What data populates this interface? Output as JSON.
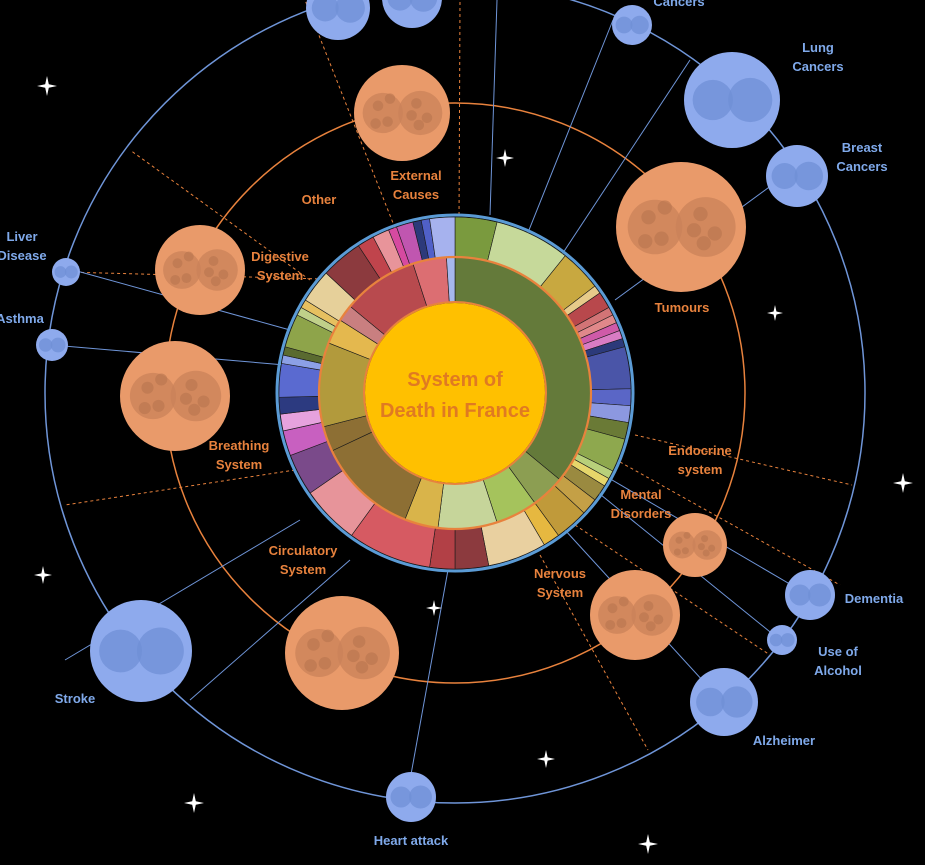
{
  "chart_data": {
    "type": "sunburst",
    "title_lines": [
      "System of",
      "Death in France"
    ],
    "colors": {
      "center": "#ffc000",
      "title": "#e07a22",
      "orange_planet": "#e99a6a",
      "orange_inner": "#c9815a",
      "blue_planet": "#8eaaed",
      "blue_inner": "#6f8fd6",
      "orange_line": "#e8823d",
      "blue_line": "#6f95d8"
    },
    "inner_ring": [
      {
        "value": 36,
        "color": "#647a3a"
      },
      {
        "value": 4,
        "color": "#8c9e52"
      },
      {
        "value": 5,
        "color": "#a5c35c"
      },
      {
        "value": 7,
        "color": "#c6d59a"
      },
      {
        "value": 4,
        "color": "#d9b44a"
      },
      {
        "value": 12,
        "color": "#8d6f34"
      },
      {
        "value": 3,
        "color": "#8d6f34"
      },
      {
        "value": 10,
        "color": "#b29a3c"
      },
      {
        "value": 3,
        "color": "#e4b84e"
      },
      {
        "value": 2,
        "color": "#c97f80"
      },
      {
        "value": 9,
        "color": "#b84a4e"
      },
      {
        "value": 4,
        "color": "#dc6e72"
      },
      {
        "value": 1,
        "color": "#a6b8ec"
      }
    ],
    "outer_ring": [
      {
        "value": 5,
        "color": "#7a9a3e"
      },
      {
        "value": 9,
        "color": "#c6d99a"
      },
      {
        "value": 5,
        "color": "#c8a840"
      },
      {
        "value": 1,
        "color": "#e7cb8a"
      },
      {
        "value": 2,
        "color": "#b8484c"
      },
      {
        "value": 1,
        "color": "#d27476"
      },
      {
        "value": 1,
        "color": "#e0888a"
      },
      {
        "value": 1,
        "color": "#cf5aa8"
      },
      {
        "value": 1,
        "color": "#d97cc4"
      },
      {
        "value": 1,
        "color": "#2c3a7a"
      },
      {
        "value": 5,
        "color": "#4a55a8"
      },
      {
        "value": 2,
        "color": "#5a66c6"
      },
      {
        "value": 2,
        "color": "#8c98e0"
      },
      {
        "value": 2,
        "color": "#6a7a36"
      },
      {
        "value": 4,
        "color": "#8ea84e"
      },
      {
        "value": 1,
        "color": "#b8d07a"
      },
      {
        "value": 1,
        "color": "#e6d66a"
      },
      {
        "value": 2,
        "color": "#9a8a40"
      },
      {
        "value": 2,
        "color": "#c4a046"
      },
      {
        "value": 4,
        "color": "#c09a3a"
      },
      {
        "value": 2,
        "color": "#e6b840"
      },
      {
        "value": 7,
        "color": "#e9d0a0"
      },
      {
        "value": 4,
        "color": "#8c3a3e"
      },
      {
        "value": 3,
        "color": "#b24046"
      },
      {
        "value": 10,
        "color": "#d65a62"
      },
      {
        "value": 7,
        "color": "#e7949a"
      },
      {
        "value": 5,
        "color": "#7a4a8a"
      },
      {
        "value": 3,
        "color": "#c860c0"
      },
      {
        "value": 2,
        "color": "#e6a2de"
      },
      {
        "value": 2,
        "color": "#2c3a80"
      },
      {
        "value": 4,
        "color": "#5a6ad0"
      },
      {
        "value": 1,
        "color": "#8ca0e6"
      },
      {
        "value": 1,
        "color": "#5a6a30"
      },
      {
        "value": 4,
        "color": "#8ea44a"
      },
      {
        "value": 1,
        "color": "#c0d08a"
      },
      {
        "value": 1,
        "color": "#e6c060"
      },
      {
        "value": 4,
        "color": "#e6d09a"
      },
      {
        "value": 5,
        "color": "#8c3a3e"
      },
      {
        "value": 2,
        "color": "#c0444c"
      },
      {
        "value": 2,
        "color": "#e8949a"
      },
      {
        "value": 1,
        "color": "#d64aa0"
      },
      {
        "value": 2,
        "color": "#c056b0"
      },
      {
        "value": 1,
        "color": "#2c3a7a"
      },
      {
        "value": 1,
        "color": "#5060c8"
      },
      {
        "value": 3,
        "color": "#a6b2ee"
      }
    ],
    "categories": [
      {
        "name": "Tumours",
        "lines": [
          "Tumours"
        ]
      },
      {
        "name": "Endocrine system",
        "lines": [
          "Endocrine",
          "system"
        ]
      },
      {
        "name": "Mental Disorders",
        "lines": [
          "Mental",
          "Disorders"
        ]
      },
      {
        "name": "Nervous System",
        "lines": [
          "Nervous",
          "System"
        ]
      },
      {
        "name": "Circulatory System",
        "lines": [
          "Circulatory",
          "System"
        ]
      },
      {
        "name": "Breathing System",
        "lines": [
          "Breathing",
          "System"
        ]
      },
      {
        "name": "Digestive System",
        "lines": [
          "Digestive",
          "System"
        ]
      },
      {
        "name": "Other",
        "lines": [
          "Other"
        ]
      },
      {
        "name": "External Causes",
        "lines": [
          "External",
          "Causes"
        ]
      }
    ],
    "subcategories": [
      {
        "name": "Cancers",
        "lines": [
          "Cancers"
        ]
      },
      {
        "name": "Lung Cancers",
        "lines": [
          "Lung",
          "Cancers"
        ]
      },
      {
        "name": "Breast Cancers",
        "lines": [
          "Breast",
          "Cancers"
        ]
      },
      {
        "name": "Dementia",
        "lines": [
          "Dementia"
        ]
      },
      {
        "name": "Use of Alcohol",
        "lines": [
          "Use of",
          "Alcohol"
        ]
      },
      {
        "name": "Alzheimer",
        "lines": [
          "Alzheimer"
        ]
      },
      {
        "name": "Heart attack",
        "lines": [
          "Heart attack"
        ]
      },
      {
        "name": "Stroke",
        "lines": [
          "Stroke"
        ]
      },
      {
        "name": "Asthma",
        "lines": [
          "Asthma"
        ]
      },
      {
        "name": "Liver Disease",
        "lines": [
          "Liver",
          "Disease"
        ]
      }
    ]
  }
}
